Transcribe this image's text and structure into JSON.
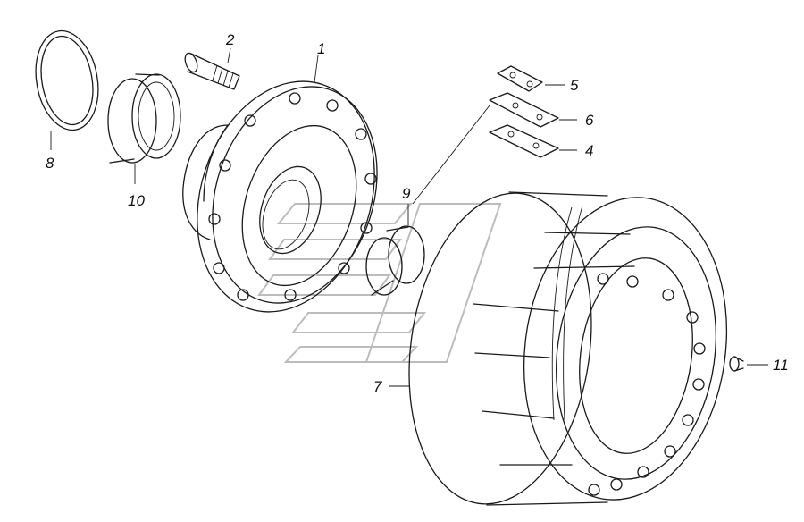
{
  "diagram": {
    "labels": {
      "l1": "1",
      "l2": "2",
      "l4": "4",
      "l5": "5",
      "l6": "6",
      "l7": "7",
      "l8": "8",
      "l9": "9",
      "l10": "10",
      "l11": "11"
    }
  }
}
